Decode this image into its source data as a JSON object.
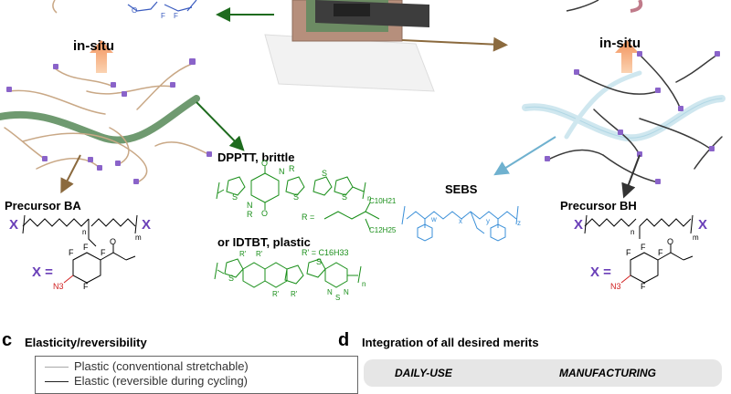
{
  "labels": {
    "insitu_left": "in-situ",
    "insitu_right": "in-situ",
    "precursor_ba": "Precursor BA",
    "precursor_bh": "Precursor BH",
    "dpptt": "DPPTT, brittle",
    "idtbt": "or IDTBT, plastic",
    "sebs": "SEBS",
    "x_left": "X",
    "x_right": "X",
    "x_def_left": "X =",
    "x_def_right": "X =",
    "r_def_dpptt": "R =",
    "r_def_idtbt": "R' = C16H33",
    "c10": "C10H21",
    "c12": "C12H25",
    "n_sub": "n",
    "m_sub": "m",
    "w_sub": "w",
    "x_sub": "x",
    "y_sub": "y",
    "z_sub": "z",
    "n3": "N3",
    "f": "F",
    "o": "O",
    "s": "S",
    "n": "N",
    "r": "R",
    "rp": "R'"
  },
  "panel_c": {
    "letter": "c",
    "title": "Elasticity/reversibility",
    "legend": [
      {
        "label": "Plastic (conventional stretchable)",
        "color": "#a8a8a8"
      },
      {
        "label": "Elastic (reversible during cycling)",
        "color": "#222222"
      }
    ]
  },
  "panel_d": {
    "letter": "d",
    "title": "Integration of all desired merits",
    "col_left": "DAILY-USE",
    "col_right": "MANUFACTURING"
  },
  "colors": {
    "green_arrow": "#1e6b1e",
    "brown_arrow": "#8b6a3e",
    "blue_arrow": "#6fb1cf",
    "dark_arrow": "#333333",
    "orange_arrow": "#f2a36b",
    "green_chain": "#6f9a70",
    "tan_chain": "#c9a886",
    "blue_chain": "#cfe7ef",
    "dark_chain": "#3a3a3a",
    "purple_tag": "#8a63c9",
    "chem_green": "#1a8f1a",
    "chem_blue": "#3a8fd8",
    "chem_purple": "#6a3fb8",
    "chem_red": "#d02020"
  }
}
